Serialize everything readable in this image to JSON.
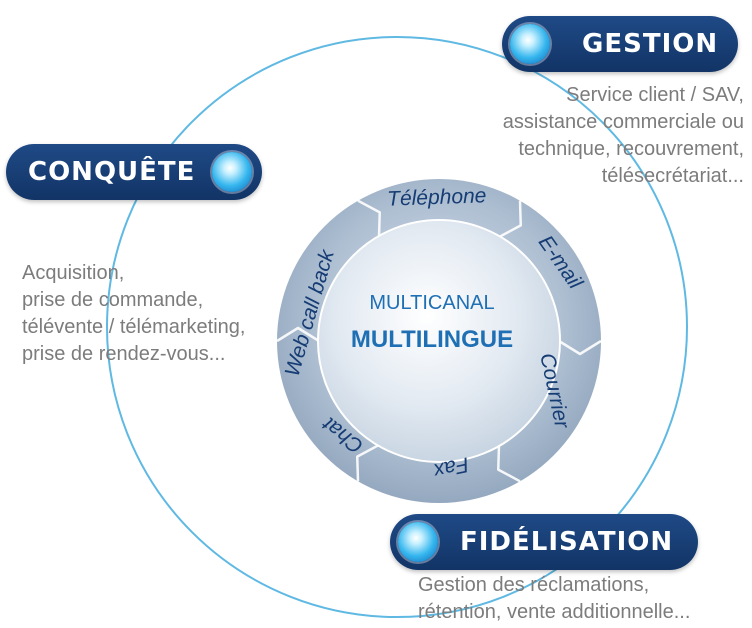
{
  "center": {
    "line1": "MULTICANAL",
    "line2": "MULTILINGUE"
  },
  "channels": [
    "Téléphone",
    "E-mail",
    "Courrier",
    "Fax",
    "Chat",
    "Web call back"
  ],
  "gestion": {
    "title": "GESTION",
    "lines": [
      "Service client / SAV,",
      "assistance commerciale ou",
      "technique, recouvrement,",
      "télésecrétariat..."
    ]
  },
  "conquete": {
    "title": "CONQUÊTE",
    "lines": [
      "Acquisition,",
      "prise de commande,",
      "télévente / télémarketing,",
      "prise de rendez-vous..."
    ]
  },
  "fidelisation": {
    "title": "FIDÉLISATION",
    "lines": [
      "Gestion des réclamations,",
      "rétention, vente additionnelle..."
    ]
  },
  "colors": {
    "navy": "#163c74",
    "accent_blue": "#1f6fb4",
    "outer_ring": "#5fb9e3",
    "desc_gray": "#7c7c7c"
  }
}
